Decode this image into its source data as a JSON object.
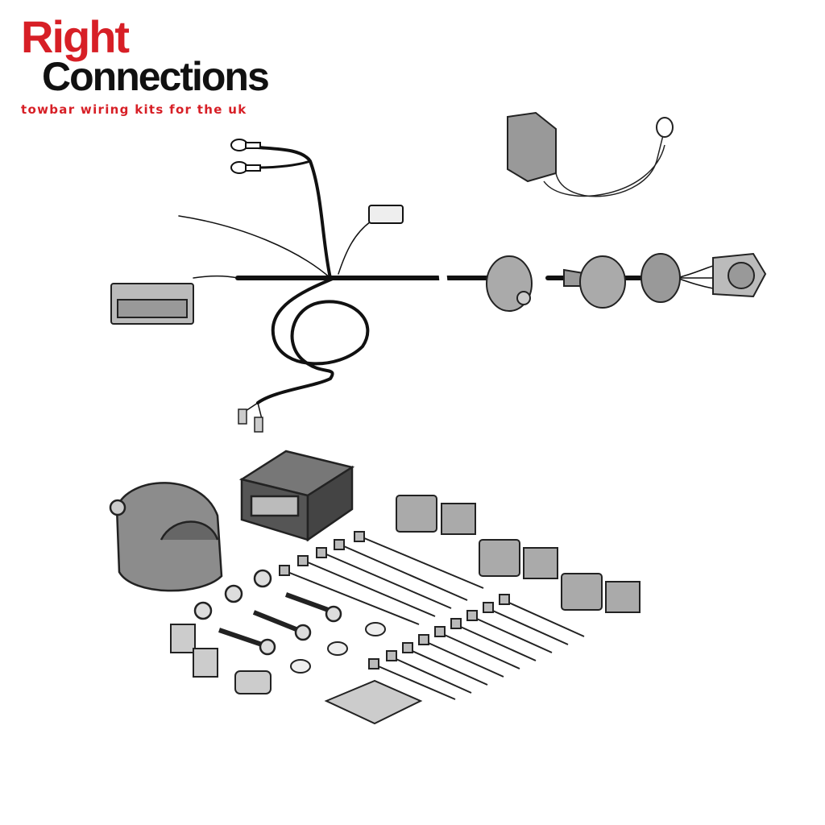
{
  "brand": {
    "name_line1": "Right",
    "name_line2": "Connections",
    "tagline": "towbar wiring kits for the uk",
    "colors": {
      "red": "#d71f26",
      "black": "#111111",
      "part_grey": "#8c8c8c"
    }
  }
}
